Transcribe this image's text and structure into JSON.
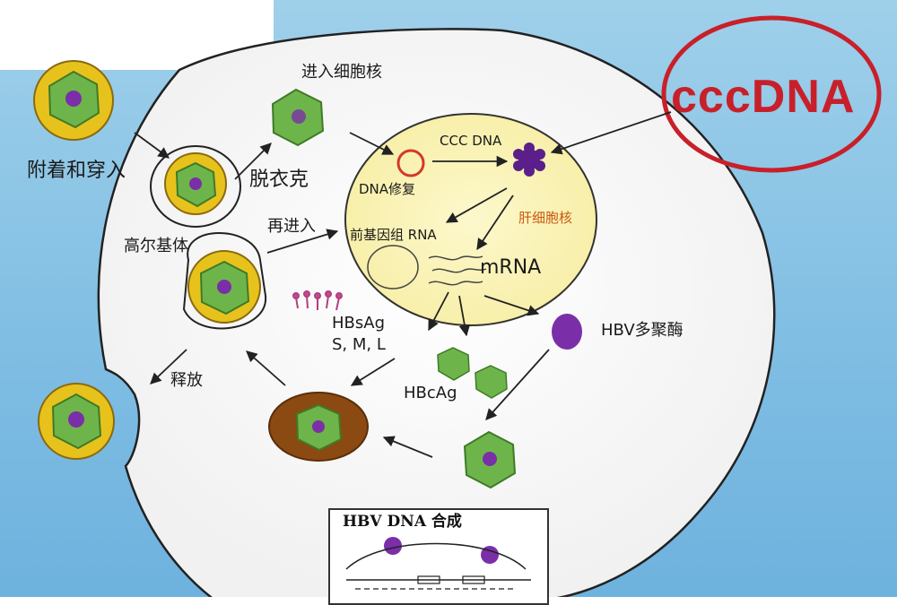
{
  "labels": {
    "attach": "附着和穿入",
    "enter_nucleus": "进入细胞核",
    "uncoat": "脱衣克",
    "reenter": "再进入",
    "golgi": "高尔基体",
    "release": "释放",
    "ccc_dna": "CCC DNA",
    "dna_repair": "DNA修复",
    "hepatocyte_nucleus": "肝细胞核",
    "pregenomic_rna": "前基因组 RNA",
    "mrna": "mRNA",
    "hbsag": "HBsAg",
    "sml": "S, M, L",
    "hbcag": "HBcAg",
    "hbv_polymerase": "HBV多聚酶",
    "hbv_dna_synthesis": "HBV DNA 合成",
    "cccdna_callout": "cccDNA"
  },
  "colors": {
    "background": "#7fbde3",
    "cell": "#f7f7f7",
    "nucleus": "#fbf4b8",
    "capsid_green": "#6db54a",
    "envelope_yellow": "#e8c21c",
    "virus_dna_purple": "#7a2fa8",
    "ccc_red": "#c8202a",
    "arrow": "#222222"
  }
}
